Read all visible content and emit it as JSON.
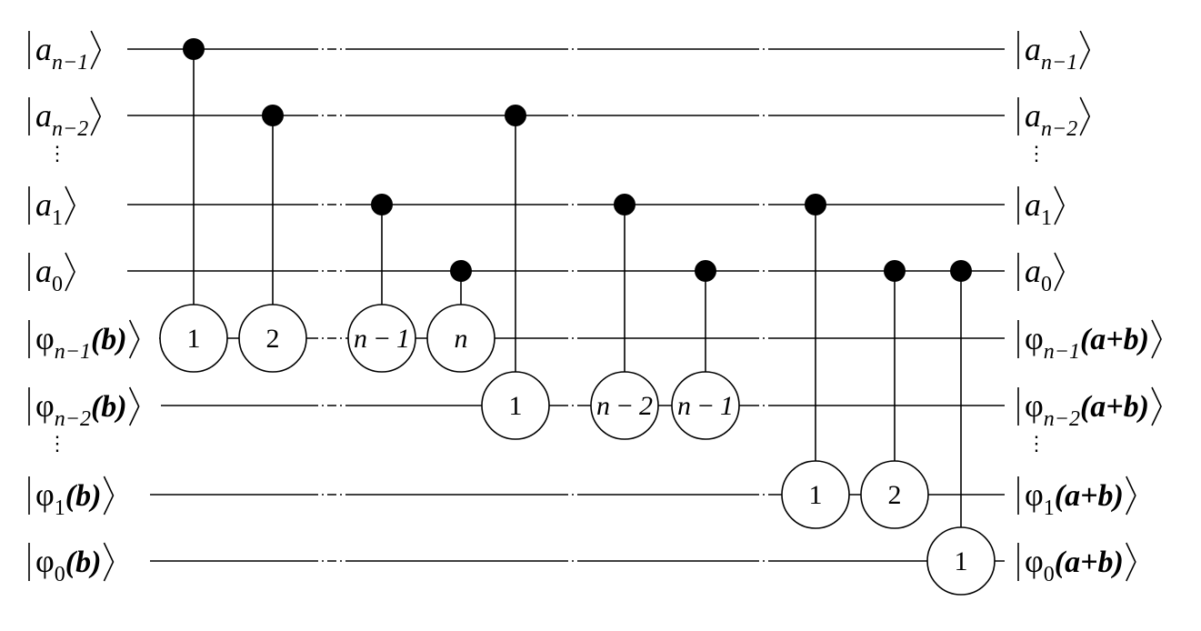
{
  "diagram": {
    "input_labels": [
      {
        "sym": "a",
        "sub": "n−1",
        "tail": ""
      },
      {
        "sym": "a",
        "sub": "n−2",
        "tail": ""
      },
      {
        "sym": "a",
        "sub": "1",
        "tail": ""
      },
      {
        "sym": "a",
        "sub": "0",
        "tail": ""
      },
      {
        "sym": "φ",
        "sub": "n−1",
        "tail": "(b)"
      },
      {
        "sym": "φ",
        "sub": "n−2",
        "tail": "(b)"
      },
      {
        "sym": "φ",
        "sub": "1",
        "tail": "(b)"
      },
      {
        "sym": "φ",
        "sub": "0",
        "tail": "(b)"
      }
    ],
    "output_labels": [
      {
        "sym": "a",
        "sub": "n−1",
        "tail": ""
      },
      {
        "sym": "a",
        "sub": "n−2",
        "tail": ""
      },
      {
        "sym": "a",
        "sub": "1",
        "tail": ""
      },
      {
        "sym": "a",
        "sub": "0",
        "tail": ""
      },
      {
        "sym": "φ",
        "sub": "n−1",
        "tail": "(a+b)"
      },
      {
        "sym": "φ",
        "sub": "n−2",
        "tail": "(a+b)"
      },
      {
        "sym": "φ",
        "sub": "1",
        "tail": "(a+b)"
      },
      {
        "sym": "φ",
        "sub": "0",
        "tail": "(a+b)"
      }
    ],
    "gates": [
      {
        "label": "1",
        "control_wire": 0,
        "target_wire": 4
      },
      {
        "label": "2",
        "control_wire": 1,
        "target_wire": 4
      },
      {
        "label": "n−1",
        "control_wire": 2,
        "target_wire": 4
      },
      {
        "label": "n",
        "control_wire": 3,
        "target_wire": 4
      },
      {
        "label": "1",
        "control_wire": 1,
        "target_wire": 5
      },
      {
        "label": "n−2",
        "control_wire": 2,
        "target_wire": 5
      },
      {
        "label": "n−1",
        "control_wire": 3,
        "target_wire": 5
      },
      {
        "label": "1",
        "control_wire": 2,
        "target_wire": 6
      },
      {
        "label": "2",
        "control_wire": 3,
        "target_wire": 6
      },
      {
        "label": "1",
        "control_wire": 3,
        "target_wire": 7
      }
    ]
  }
}
